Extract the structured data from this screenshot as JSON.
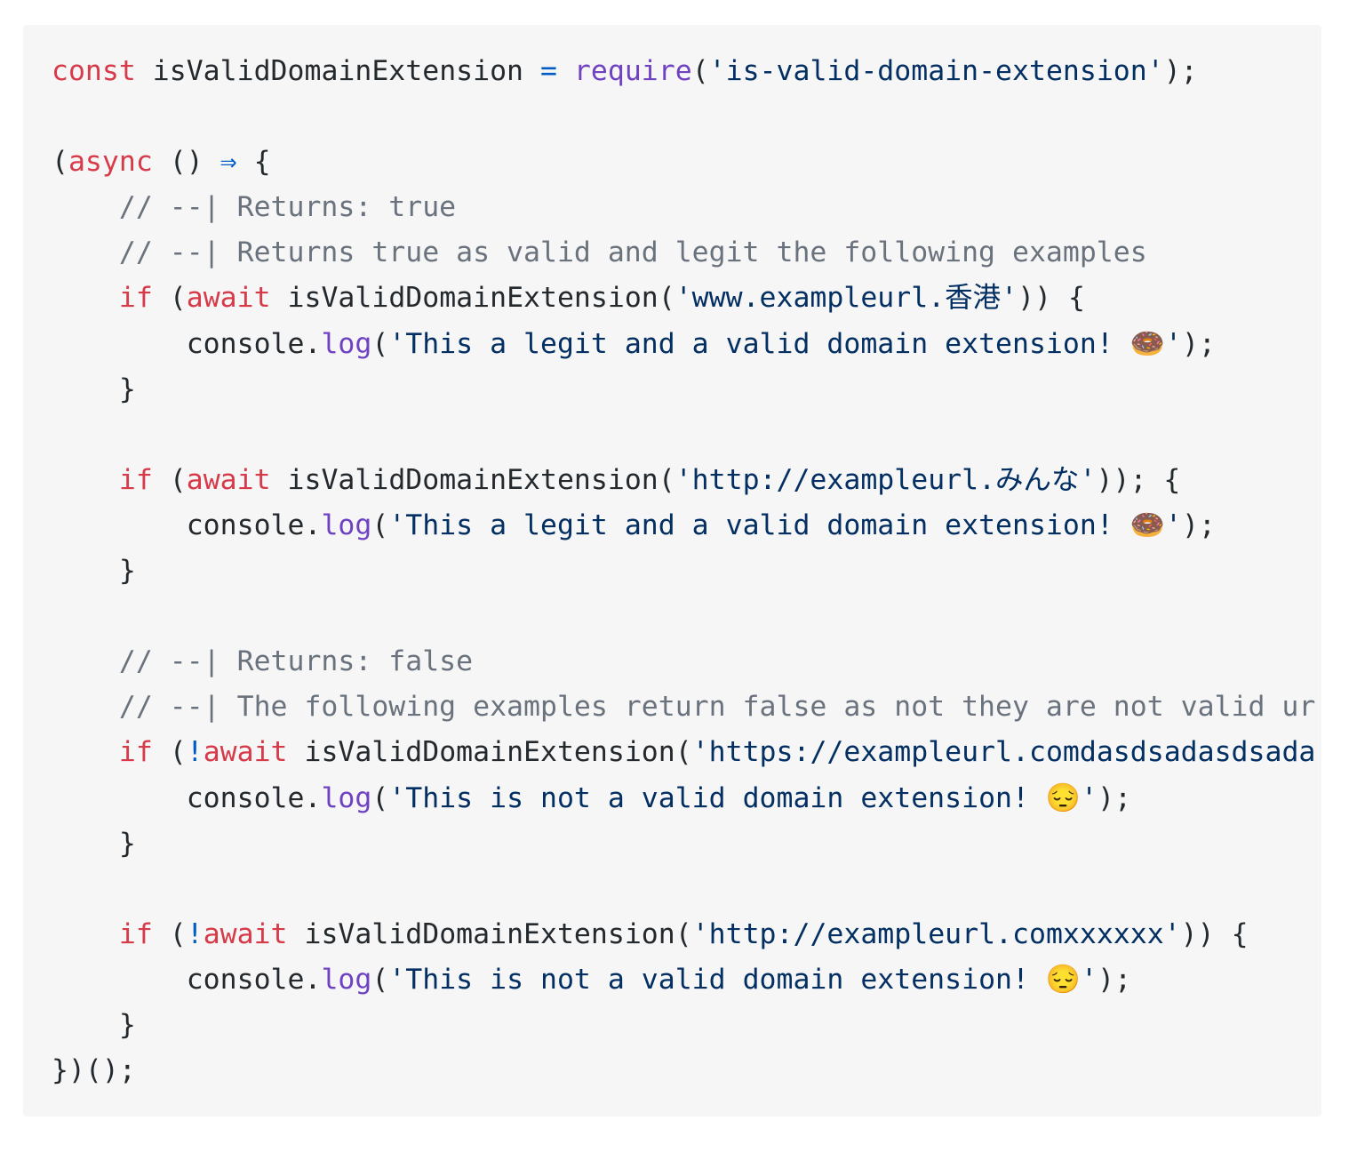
{
  "code_block": {
    "language": "javascript",
    "colors": {
      "background": "#f6f6f6",
      "keyword": "#d73a49",
      "function": "#6f42c1",
      "string": "#032f62",
      "comment": "#6a737d",
      "operator": "#005cc5",
      "text": "#24292e"
    },
    "lines": [
      {
        "tokens": [
          {
            "t": "kw",
            "v": "const"
          },
          {
            "t": "plain",
            "v": " isValidDomainExtension "
          },
          {
            "t": "op",
            "v": "="
          },
          {
            "t": "plain",
            "v": " "
          },
          {
            "t": "fn",
            "v": "require"
          },
          {
            "t": "plain",
            "v": "("
          },
          {
            "t": "str",
            "v": "'is-valid-domain-extension'"
          },
          {
            "t": "plain",
            "v": ");"
          }
        ]
      },
      {
        "tokens": []
      },
      {
        "tokens": [
          {
            "t": "plain",
            "v": "("
          },
          {
            "t": "kw",
            "v": "async"
          },
          {
            "t": "plain",
            "v": " () "
          },
          {
            "t": "op",
            "v": "⇒"
          },
          {
            "t": "plain",
            "v": " {"
          }
        ]
      },
      {
        "tokens": [
          {
            "t": "plain",
            "v": "    "
          },
          {
            "t": "com",
            "v": "// --| Returns: true"
          }
        ]
      },
      {
        "tokens": [
          {
            "t": "plain",
            "v": "    "
          },
          {
            "t": "com",
            "v": "// --| Returns true as valid and legit the following examples"
          }
        ]
      },
      {
        "tokens": [
          {
            "t": "plain",
            "v": "    "
          },
          {
            "t": "kw",
            "v": "if"
          },
          {
            "t": "plain",
            "v": " ("
          },
          {
            "t": "kw",
            "v": "await"
          },
          {
            "t": "plain",
            "v": " isValidDomainExtension("
          },
          {
            "t": "str",
            "v": "'www.exampleurl.香港'"
          },
          {
            "t": "plain",
            "v": ")) {"
          }
        ]
      },
      {
        "tokens": [
          {
            "t": "plain",
            "v": "        console."
          },
          {
            "t": "fn",
            "v": "log"
          },
          {
            "t": "plain",
            "v": "("
          },
          {
            "t": "str",
            "v": "'This a legit and a valid domain extension! 🍩'"
          },
          {
            "t": "plain",
            "v": ");"
          }
        ]
      },
      {
        "tokens": [
          {
            "t": "plain",
            "v": "    }"
          }
        ]
      },
      {
        "tokens": []
      },
      {
        "tokens": [
          {
            "t": "plain",
            "v": "    "
          },
          {
            "t": "kw",
            "v": "if"
          },
          {
            "t": "plain",
            "v": " ("
          },
          {
            "t": "kw",
            "v": "await"
          },
          {
            "t": "plain",
            "v": " isValidDomainExtension("
          },
          {
            "t": "str",
            "v": "'http://exampleurl.みんな'"
          },
          {
            "t": "plain",
            "v": ")); {"
          }
        ]
      },
      {
        "tokens": [
          {
            "t": "plain",
            "v": "        console."
          },
          {
            "t": "fn",
            "v": "log"
          },
          {
            "t": "plain",
            "v": "("
          },
          {
            "t": "str",
            "v": "'This a legit and a valid domain extension! 🍩'"
          },
          {
            "t": "plain",
            "v": ");"
          }
        ]
      },
      {
        "tokens": [
          {
            "t": "plain",
            "v": "    }"
          }
        ]
      },
      {
        "tokens": []
      },
      {
        "tokens": [
          {
            "t": "plain",
            "v": "    "
          },
          {
            "t": "com",
            "v": "// --| Returns: false"
          }
        ]
      },
      {
        "tokens": [
          {
            "t": "plain",
            "v": "    "
          },
          {
            "t": "com",
            "v": "// --| The following examples return false as not they are not valid ur"
          }
        ]
      },
      {
        "tokens": [
          {
            "t": "plain",
            "v": "    "
          },
          {
            "t": "kw",
            "v": "if"
          },
          {
            "t": "plain",
            "v": " ("
          },
          {
            "t": "op",
            "v": "!"
          },
          {
            "t": "kw",
            "v": "await"
          },
          {
            "t": "plain",
            "v": " isValidDomainExtension("
          },
          {
            "t": "str",
            "v": "'https://exampleurl.comdasdsadasdsada"
          }
        ]
      },
      {
        "tokens": [
          {
            "t": "plain",
            "v": "        console."
          },
          {
            "t": "fn",
            "v": "log"
          },
          {
            "t": "plain",
            "v": "("
          },
          {
            "t": "str",
            "v": "'This is not a valid domain extension! 😔'"
          },
          {
            "t": "plain",
            "v": ");"
          }
        ]
      },
      {
        "tokens": [
          {
            "t": "plain",
            "v": "    }"
          }
        ]
      },
      {
        "tokens": []
      },
      {
        "tokens": [
          {
            "t": "plain",
            "v": "    "
          },
          {
            "t": "kw",
            "v": "if"
          },
          {
            "t": "plain",
            "v": " ("
          },
          {
            "t": "op",
            "v": "!"
          },
          {
            "t": "kw",
            "v": "await"
          },
          {
            "t": "plain",
            "v": " isValidDomainExtension("
          },
          {
            "t": "str",
            "v": "'http://exampleurl.comxxxxxx'"
          },
          {
            "t": "plain",
            "v": ")) {"
          }
        ]
      },
      {
        "tokens": [
          {
            "t": "plain",
            "v": "        console."
          },
          {
            "t": "fn",
            "v": "log"
          },
          {
            "t": "plain",
            "v": "("
          },
          {
            "t": "str",
            "v": "'This is not a valid domain extension! 😔'"
          },
          {
            "t": "plain",
            "v": ");"
          }
        ]
      },
      {
        "tokens": [
          {
            "t": "plain",
            "v": "    }"
          }
        ]
      },
      {
        "tokens": [
          {
            "t": "plain",
            "v": "})();"
          }
        ]
      }
    ]
  }
}
